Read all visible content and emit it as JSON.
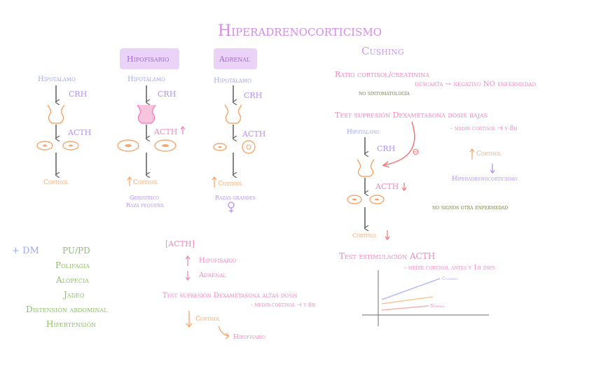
{
  "title": "Hiperadrenocorticismo",
  "columns": {
    "hipofisario_label": "Hipofisario",
    "adrenal_label": "Adrenal"
  },
  "normal_axis": {
    "hypothalamus": "Hipotálamo",
    "crh": "CRH",
    "acth": "ACTH",
    "cortisol": "Cortisol"
  },
  "hipofisario_axis": {
    "hypothalamus": "Hipotálamo",
    "crh": "CRH",
    "acth": "ACTH",
    "cortisol": "Cortisol",
    "note_line1": "Geriátrico",
    "note_line2": "Raza pequeña"
  },
  "adrenal_axis": {
    "hypothalamus": "Hipotálamo",
    "crh": "CRH",
    "acth": "ACTH",
    "cortisol": "Cortisol",
    "note": "Razas grandes"
  },
  "cushing": {
    "heading": "Cushing",
    "ratio_test": "Ratio cortisol/creatinina",
    "ratio_result": "descarta → negativo NO enfermedad",
    "ratio_note": "no sintomatología",
    "low_dose_test": "Test supresión Dexametasona dosis bajas",
    "low_dose_measure": "- medir cortisol ⊣ y 8h",
    "low_dose_axis": {
      "hypothalamus": "Hipotálamo",
      "crh": "CRH",
      "acth": "ACTH",
      "cortisol": "Cortisol",
      "inhibit": "⊖"
    },
    "low_dose_result_cortisol": "Cortisol",
    "low_dose_result_disease": "Hiperadrenocorticismo",
    "no_signs": "no signos otra enfermedad",
    "acth_stim_test": "Test estimulación ACTH",
    "acth_stim_measure": "- medir cortisol antes y 1h dsps",
    "graph_label_top": "Cushing",
    "graph_label_bottom": "Normal"
  },
  "signs": {
    "dm": "+ DM",
    "items": [
      "PU/PD",
      "Polifagia",
      "Alopecia",
      "Jadeo",
      "Distensión abdominal",
      "Hipertensión"
    ]
  },
  "acth_section": {
    "heading": "[ACTH]",
    "up_label": "Hipofisario",
    "down_label": "Adrenal",
    "high_dose_test": "Test supresión Dexametasona altas dosis",
    "high_dose_measure": "- medir cortisol ⊣ y 8h",
    "cortisol_label": "Cortisol",
    "result_label": "Hipofisario"
  },
  "colors": {
    "title": "#d48be8",
    "violet": "#b392f0",
    "pink": "#ef88c0",
    "orange": "#f5a86e",
    "green": "#8cc265",
    "olive": "#777a40",
    "blue": "#9fa8ef",
    "arrow": "#666666",
    "red_arrow": "#f07a7a",
    "box": "#ead3f7"
  }
}
